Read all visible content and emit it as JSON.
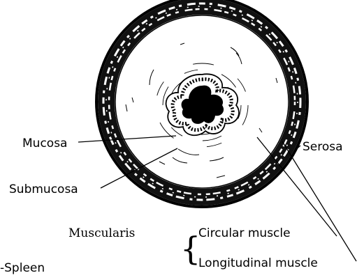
{
  "labels": {
    "mucosa": "Mucosa",
    "submucosa": "Submucosa",
    "serosa": "Serosa",
    "muscularis": "Muscularis",
    "circular_muscle": "Circular muscle",
    "longitudinal_muscle": "Longitudinal muscle",
    "spleen": "-Spleen",
    "brace": "{"
  },
  "colors": {
    "ink": "#000000",
    "paper": "#ffffff"
  }
}
